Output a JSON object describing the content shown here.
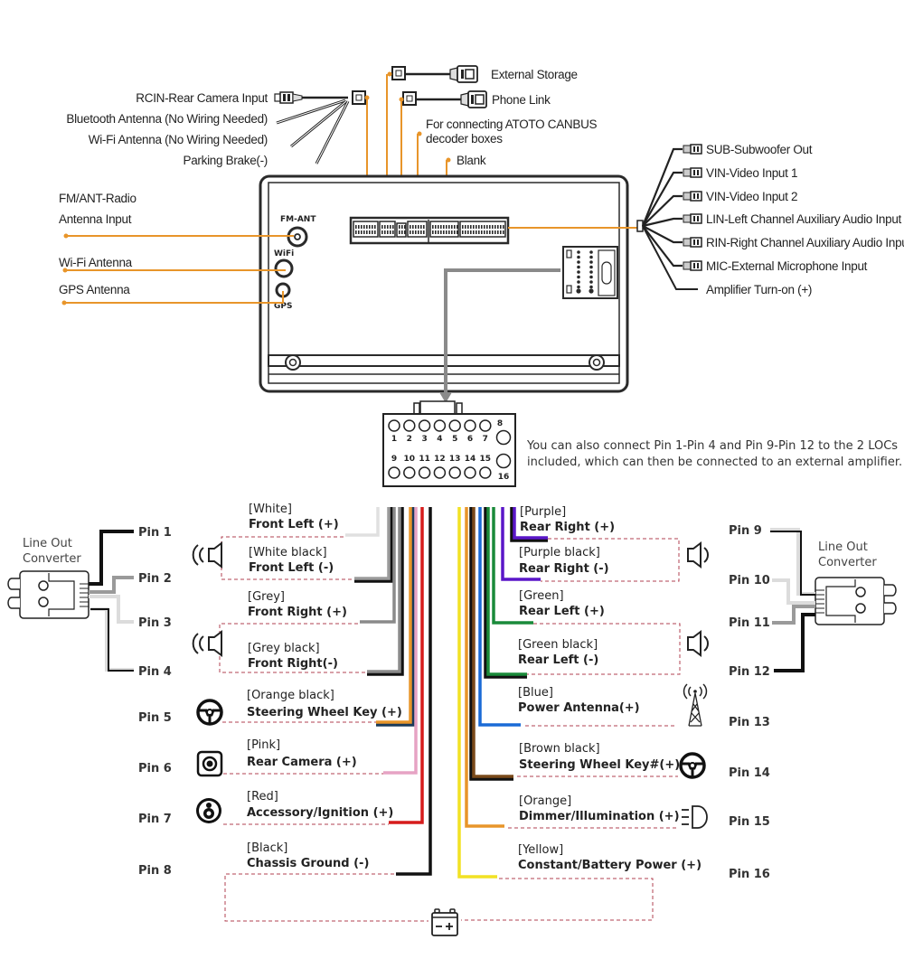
{
  "top_connectors": {
    "left_labels": [
      "RCIN-Rear Camera Input",
      "Bluetooth Antenna (No Wiring Needed)",
      "Wi-Fi Antenna (No Wiring Needed)",
      "Parking Brake(-)"
    ],
    "usb_labels": [
      "External Storage",
      "Phone Link"
    ],
    "canbus_label_line1": "For connecting ATOTO CANBUS",
    "canbus_label_line2": "decoder boxes",
    "blank_label": "Blank"
  },
  "antennas": {
    "fm_label_line1": "FM/ANT-Radio",
    "fm_label_line2": "Antenna Input",
    "wifi_label": "Wi-Fi Antenna",
    "gps_label": "GPS Antenna",
    "port_fm": "FM-ANT",
    "port_wifi": "WiFi",
    "port_gps": "GPS"
  },
  "rca_outputs": [
    "SUB-Subwoofer Out",
    "VIN-Video Input 1",
    "VIN-Video Input 2",
    "LIN-Left Channel Auxiliary Audio Input",
    "RIN-Right Channel Auxiliary Audio Input",
    "MIC-External Microphone Input",
    "Amplifier Turn-on (+)"
  ],
  "harness_plug": {
    "top_pins": [
      "1",
      "2",
      "3",
      "4",
      "5",
      "6",
      "7"
    ],
    "bottom_pins": [
      "9",
      "10",
      "11",
      "12",
      "13",
      "14",
      "15"
    ],
    "side_top": "8",
    "side_bottom": "16",
    "note_line1": "You can also connect Pin 1-Pin 4 and Pin 9-Pin 12 to the 2 LOCs",
    "note_line2": "included, which can then be connected to an external amplifier."
  },
  "line_out_converter": {
    "line1": "Line Out",
    "line2": "Converter"
  },
  "left_pins": [
    {
      "pin": "Pin 1",
      "color_name": "[White]",
      "function": "Front Left (+)",
      "color": "#e0e0e0"
    },
    {
      "pin": "Pin 2",
      "color_name": "[White black]",
      "function": "Front Left (-)",
      "color": "#9a9a9a"
    },
    {
      "pin": "Pin 3",
      "color_name": "[Grey]",
      "function": "Front Right (+)",
      "color": "#dcdcdc"
    },
    {
      "pin": "Pin 4",
      "color_name": "[Grey black]",
      "function": "Front Right(-)",
      "color": "#111111"
    },
    {
      "pin": "Pin 5",
      "color_name": "[Orange black]",
      "function": "Steering Wheel Key (+)",
      "color": "#e8952a"
    },
    {
      "pin": "Pin 6",
      "color_name": "[Pink]",
      "function": "Rear Camera (+)",
      "color": "#e6a3c4"
    },
    {
      "pin": "Pin 7",
      "color_name": "[Red]",
      "function": "Accessory/Ignition (+)",
      "color": "#d61c1c"
    },
    {
      "pin": "Pin 8",
      "color_name": "[Black]",
      "function": "Chassis Ground (-)",
      "color": "#111111"
    }
  ],
  "right_pins": [
    {
      "pin": "Pin 9",
      "color_name": "[Purple]",
      "function": "Rear Right (+)",
      "color": "#5a16c8"
    },
    {
      "pin": "Pin 10",
      "color_name": "[Purple black]",
      "function": "Rear Right (-)",
      "color": "#5a16c8"
    },
    {
      "pin": "Pin 11",
      "color_name": "[Green]",
      "function": "Rear Left (+)",
      "color": "#1a8a3a"
    },
    {
      "pin": "Pin 12",
      "color_name": "[Green black]",
      "function": "Rear Left (-)",
      "color": "#1a8a3a"
    },
    {
      "pin": "Pin 13",
      "color_name": "[Blue]",
      "function": "Power Antenna(+)",
      "color": "#1a6ad6"
    },
    {
      "pin": "Pin 14",
      "color_name": "[Brown black]",
      "function": "Steering Wheel Key#(+)",
      "color": "#7a4a1a"
    },
    {
      "pin": "Pin 15",
      "color_name": "[Orange]",
      "function": "Dimmer/Illumination (+)",
      "color": "#e8952a"
    },
    {
      "pin": "Pin 16",
      "color_name": "[Yellow]",
      "function": "Constant/Battery Power (+)",
      "color": "#f2e224"
    }
  ],
  "icons": {
    "speaker": "speaker-icon",
    "steering_wheel": "steering-wheel-icon",
    "camera": "camera-icon",
    "ignition": "ignition-key-icon",
    "antenna_tower": "antenna-tower-icon",
    "headlight": "headlight-icon",
    "battery": "battery-icon"
  },
  "colors": {
    "orange_leader": "#e8952a",
    "dashed_box": "#b04050",
    "grey_arrow": "#8a8a8a"
  }
}
